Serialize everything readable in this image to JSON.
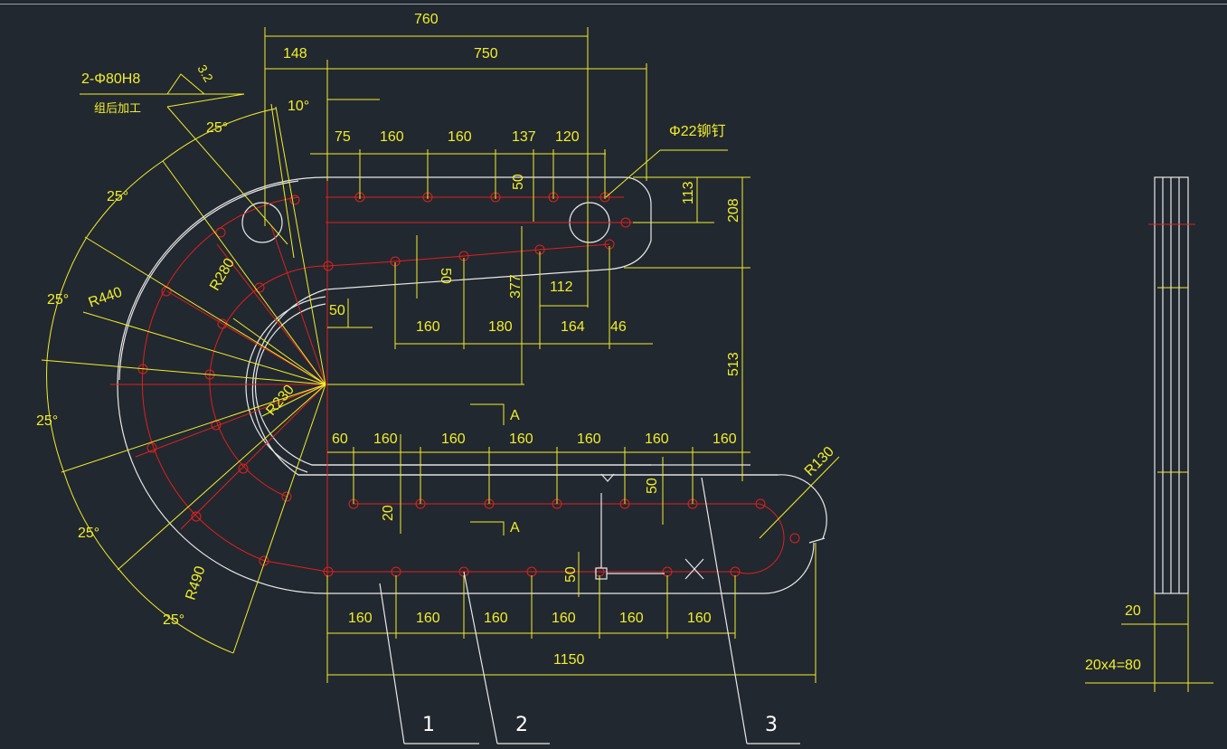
{
  "colors": {
    "background": "#212830",
    "dimension": "#f2ee2a",
    "outline": "#e8e8e8",
    "centerline": "#e0201c"
  },
  "top_dims": {
    "d760": "760",
    "d148": "148",
    "d750": "750",
    "d10deg": "10°"
  },
  "note": {
    "holes": "2-Φ80H8",
    "machining": "组后加工",
    "roughness": "3.2",
    "rivet": "Φ22铆钉"
  },
  "row1_dims": [
    "75",
    "160",
    "160",
    "137",
    "120"
  ],
  "right_dims": {
    "d50a": "50",
    "d113": "113",
    "d208": "208",
    "d513": "513"
  },
  "row2_dims": {
    "d50b": "50",
    "d112": "112",
    "d377": "377",
    "d50c": "50",
    "d160": "160",
    "d180": "180",
    "d164": "164",
    "d46": "46"
  },
  "angles": [
    "25°",
    "25°",
    "25°",
    "25°",
    "25°",
    "25°"
  ],
  "radii": {
    "r280": "R280",
    "r440": "R440",
    "r230": "R230",
    "r490": "R490",
    "r130": "R130"
  },
  "section": {
    "a1": "A",
    "a2": "A"
  },
  "row3_dims": [
    "60",
    "160",
    "160",
    "160",
    "160",
    "160",
    "160"
  ],
  "mid_dims": {
    "d20": "20",
    "d50d": "50",
    "d50e": "50"
  },
  "row4_dims": [
    "160",
    "160",
    "160",
    "160",
    "160",
    "160"
  ],
  "total": "1150",
  "callouts": [
    "1",
    "2",
    "3"
  ],
  "side_view": {
    "d20": "20",
    "d80": "20x4=80"
  }
}
